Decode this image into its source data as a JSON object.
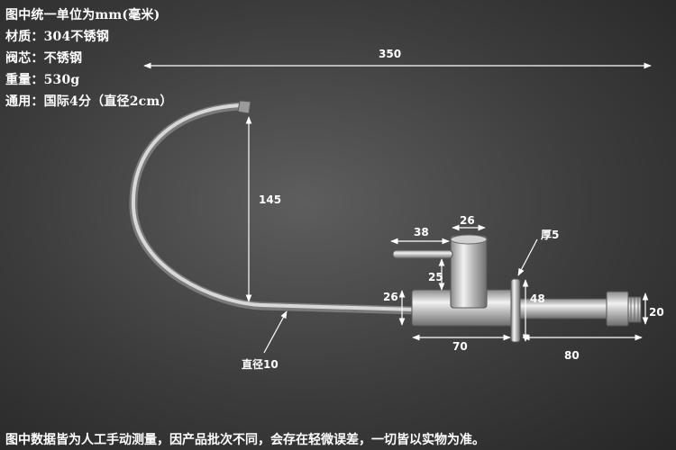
{
  "specs": {
    "unit_note": "图中统一单位为mm(毫米)",
    "material": "材质：304不锈钢",
    "valve_core": "阀芯：不锈钢",
    "weight": "重量：530g",
    "fit": "通用：国际4分（直径2cm）"
  },
  "dimensions": {
    "overall_length": "350",
    "spout_height": "145",
    "handle_length": "38",
    "handle_width": "26",
    "flange_thickness": "厚5",
    "body_gap": "25",
    "body_height": "26",
    "flange_diameter": "48",
    "body_length": "70",
    "thread_length": "80",
    "thread_diameter": "20",
    "pipe_diameter": "直径10"
  },
  "footer": "图中数据皆为人工手动测量，因产品批次不同，会存在轻微误差，一切皆以实物为准。",
  "colors": {
    "background": "#3c3c3c",
    "text": "#ffffff",
    "steel": "#c8c8c8"
  }
}
